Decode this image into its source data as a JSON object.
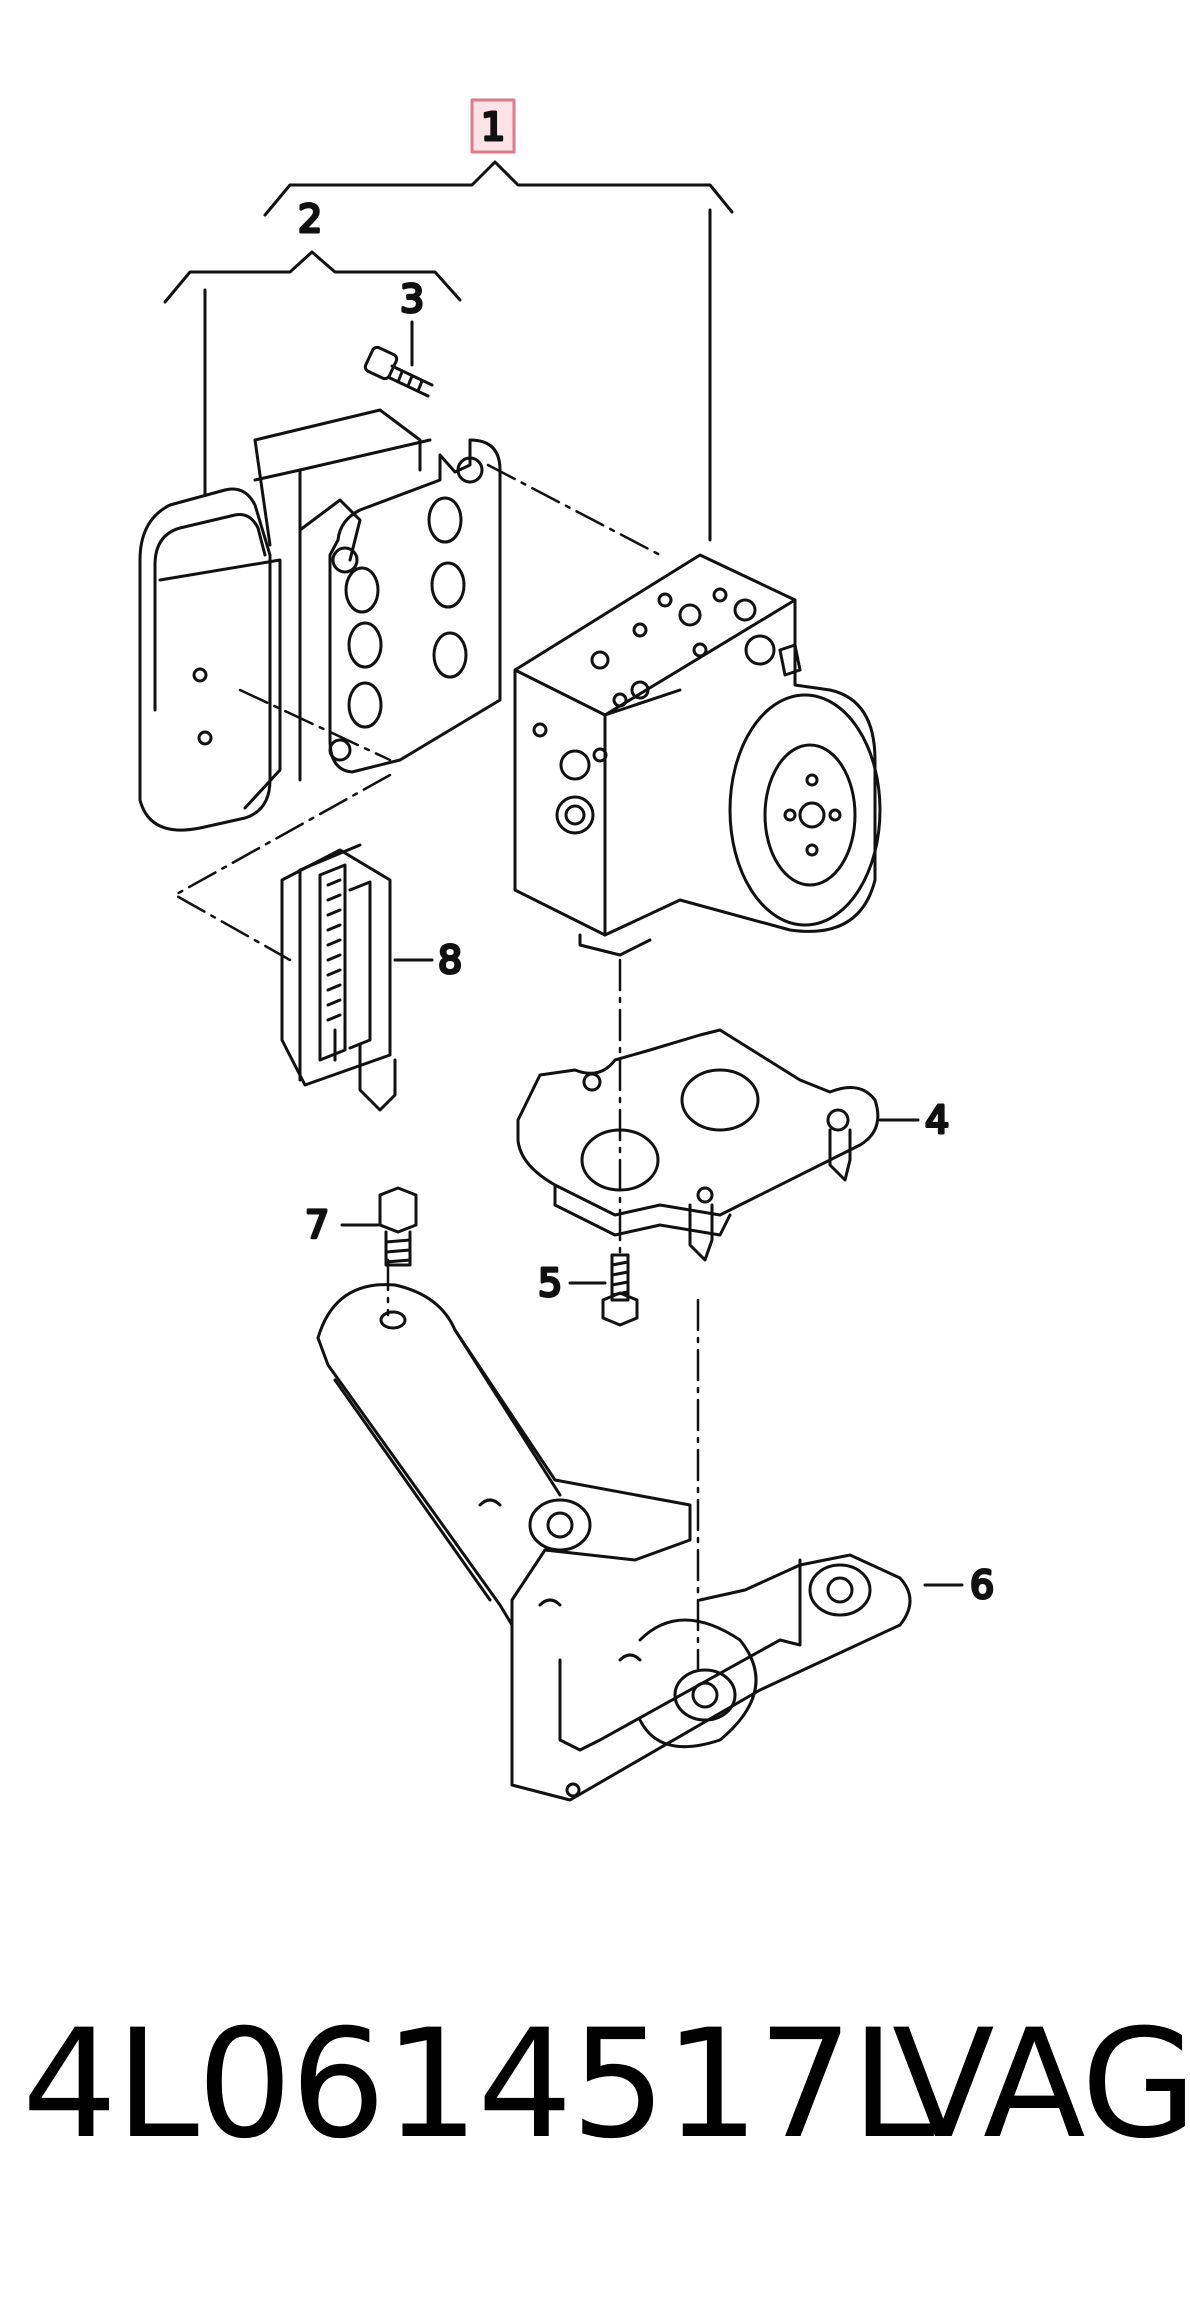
{
  "diagram": {
    "callouts": [
      {
        "id": "1",
        "label": "1",
        "highlighted": true
      },
      {
        "id": "2",
        "label": "2"
      },
      {
        "id": "3",
        "label": "3"
      },
      {
        "id": "4",
        "label": "4"
      },
      {
        "id": "5",
        "label": "5"
      },
      {
        "id": "6",
        "label": "6"
      },
      {
        "id": "7",
        "label": "7"
      },
      {
        "id": "8",
        "label": "8"
      }
    ],
    "highlight_color": "#e07a8a",
    "highlight_fill": "#fbe3e7",
    "line_color": "#111111"
  },
  "footer": {
    "part_number": "4L0614517L",
    "brand": "VAG"
  }
}
